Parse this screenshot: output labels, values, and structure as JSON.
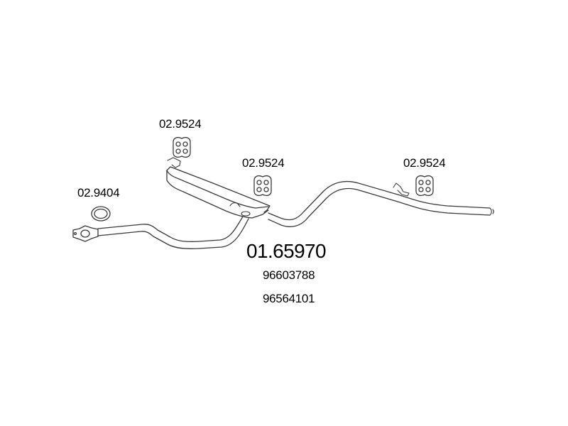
{
  "diagram": {
    "main_part_number": "01.65970",
    "oem_numbers": [
      "96603788",
      "96564101"
    ],
    "part_labels": [
      {
        "id": "gasket",
        "text": "02.9404"
      },
      {
        "id": "mount-muffler",
        "text": "02.9524"
      },
      {
        "id": "mount-middle",
        "text": "02.9524"
      },
      {
        "id": "mount-rear",
        "text": "02.9524"
      }
    ],
    "line_color": "#3a3a3a"
  }
}
